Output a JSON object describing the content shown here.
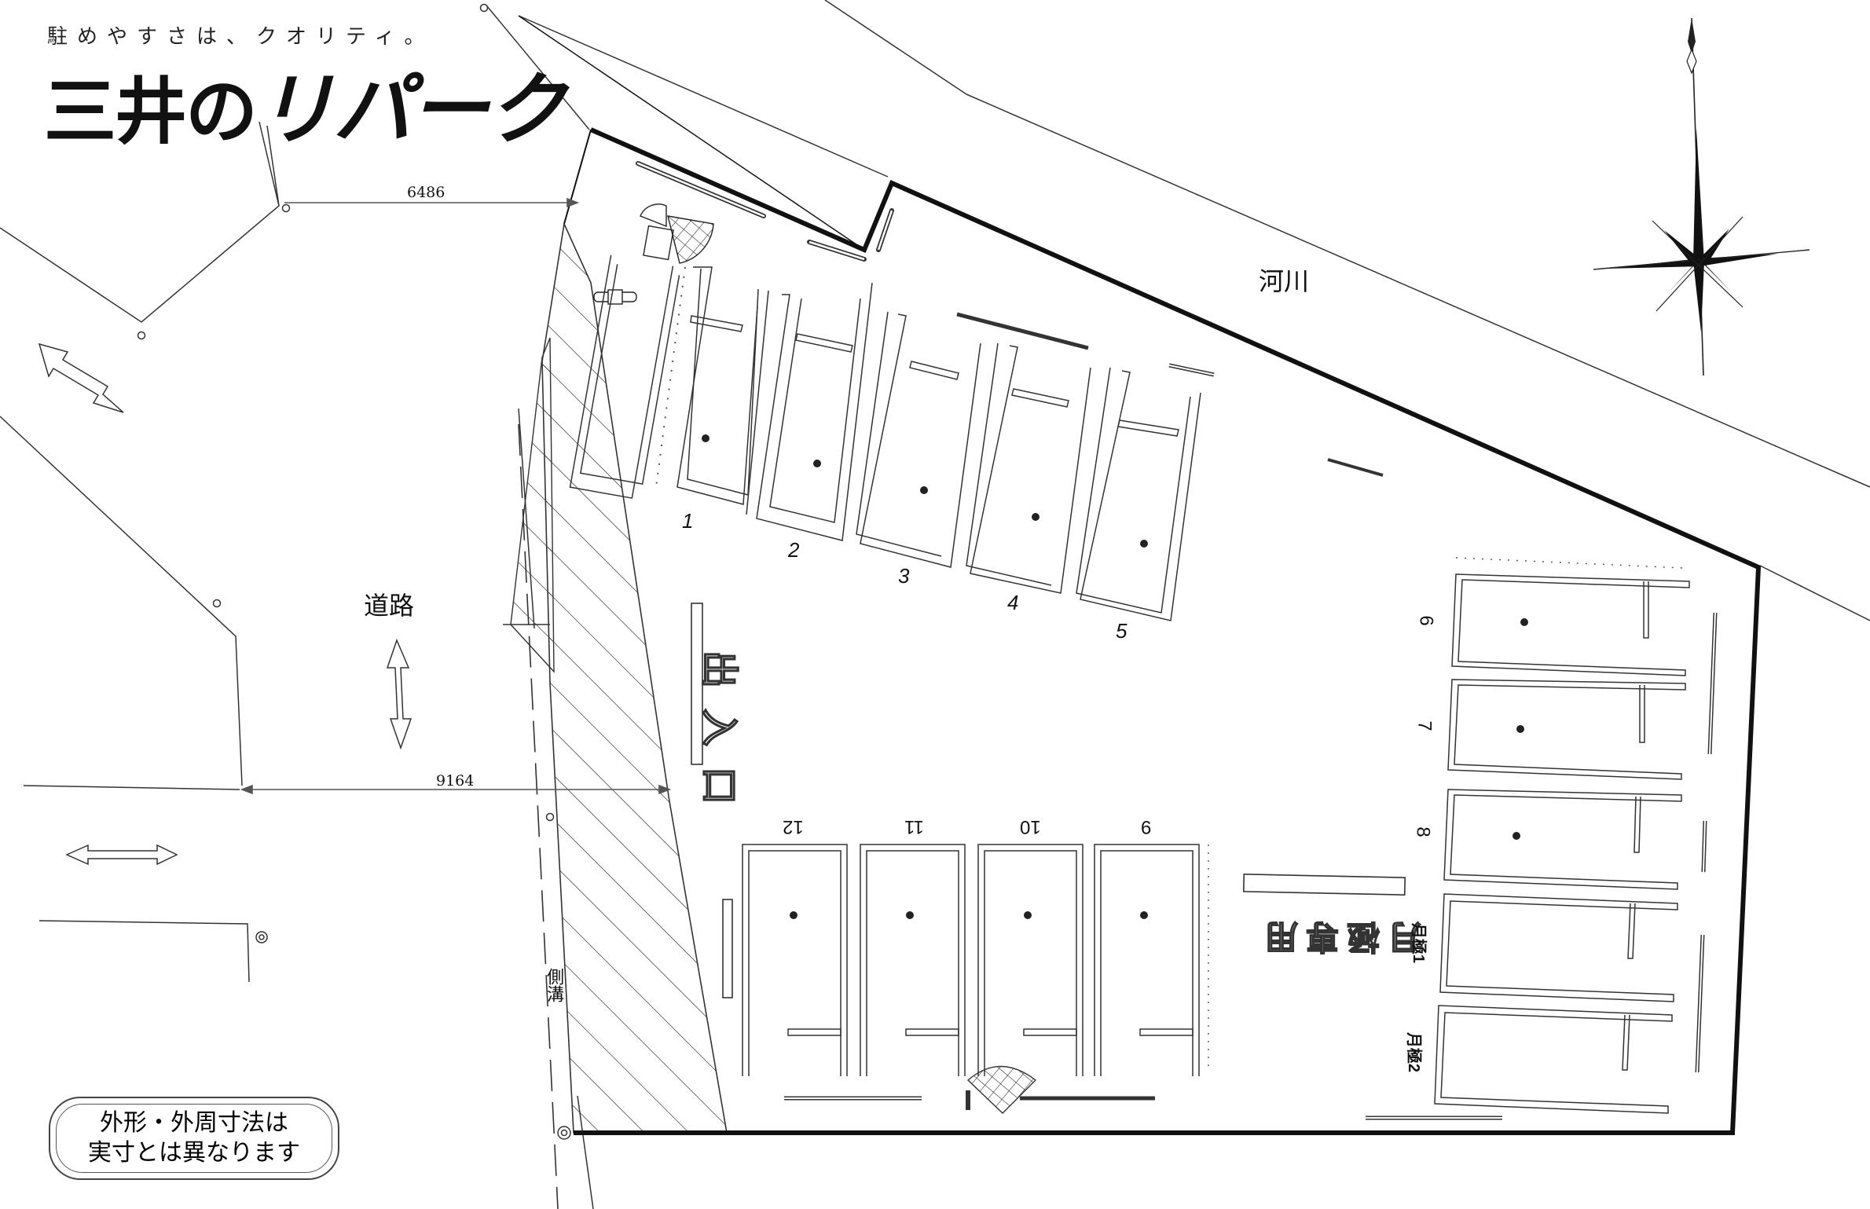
{
  "brand": {
    "tagline": "駐めやすさは、クオリティ。",
    "name_prefix": "三井の",
    "name_main": "リパーク"
  },
  "map_labels": {
    "road": "道路",
    "river": "河川",
    "side_ditch": "側溝",
    "entrance_exit_marking": "出入口",
    "monthly_reserved_marking": "月極専用"
  },
  "dimensions": {
    "top_width": "6486",
    "bottom_width": "9164"
  },
  "parking_spaces": {
    "angled_row": [
      {
        "label": "1"
      },
      {
        "label": "2"
      },
      {
        "label": "3"
      },
      {
        "label": "4"
      },
      {
        "label": "5"
      }
    ],
    "right_column": [
      {
        "label": "6"
      },
      {
        "label": "7"
      },
      {
        "label": "8"
      },
      {
        "label": "月極1"
      },
      {
        "label": "月極2"
      }
    ],
    "bottom_row": [
      {
        "label": "12"
      },
      {
        "label": "11"
      },
      {
        "label": "10"
      },
      {
        "label": "9"
      }
    ]
  },
  "disclaimer": {
    "line1": "外形・外周寸法は",
    "line2": "実寸とは異なります"
  },
  "icons": {
    "compass": "north-compass-rose",
    "traffic_arrows": "two-way-arrow",
    "payment_machine": "parking-payment-machine",
    "camera": "security-camera-coverage",
    "lock_plate": "flap-lock-device"
  },
  "colors": {
    "line": "#222222",
    "boundary": "#111111",
    "background": "#ffffff"
  }
}
